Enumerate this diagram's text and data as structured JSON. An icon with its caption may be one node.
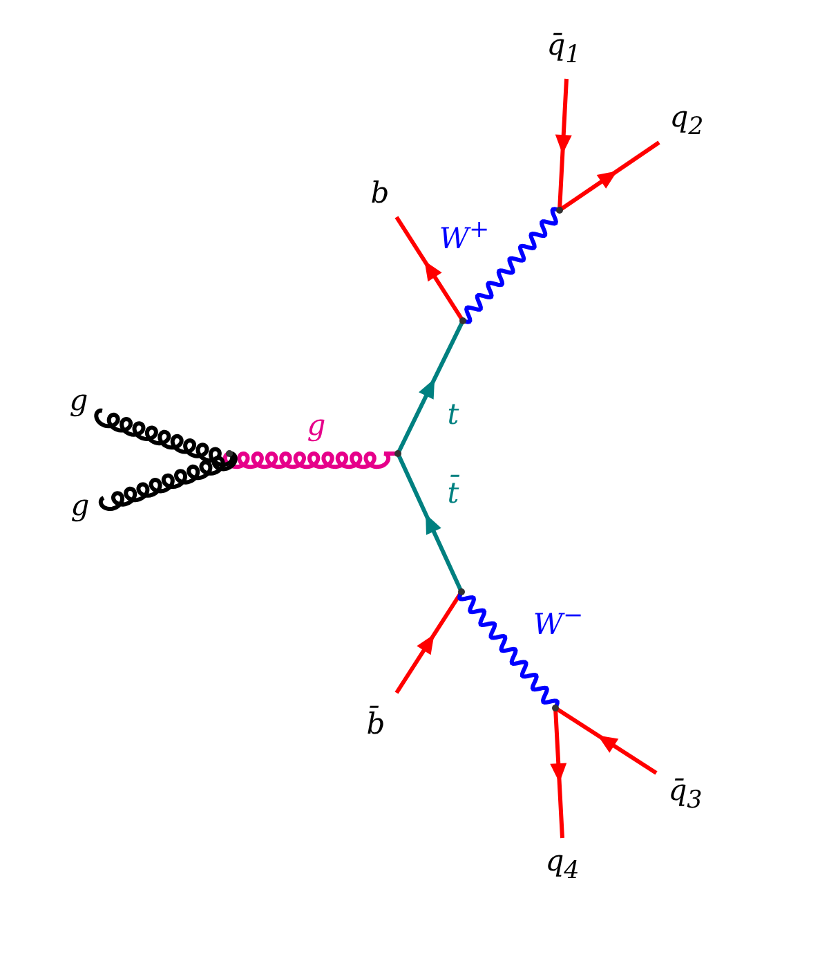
{
  "diagram": {
    "nodes": [
      {
        "text": [
          "q̄$_{1}$"
        ]
      },
      {
        "text": [
          "q$_{2}$"
        ]
      },
      {
        "text": [
          "b"
        ]
      },
      {
        "text": [],
        "shape": "point"
      },
      {
        "text": [],
        "shape": "point"
      },
      {
        "text": [
          "g"
        ]
      },
      {
        "text": [],
        "shape": "point"
      },
      {
        "text": [],
        "shape": "point"
      },
      {
        "text": [
          "g"
        ]
      },
      {
        "text": [],
        "shape": "point"
      },
      {
        "text": [
          "b̄"
        ]
      },
      {
        "text": [],
        "shape": "point"
      },
      {
        "text": [
          "q̄$_{3}$"
        ]
      },
      {
        "text": [
          "q$_{4}$"
        ]
      }
    ],
    "edges": [
      {
        "from": 0,
        "to": 3,
        "arrow": "to"
      },
      {
        "from": 3,
        "to": 1,
        "arrow": "to"
      },
      {
        "from": 4,
        "to": 2,
        "arrow": "to"
      },
      {
        "from": 4,
        "to": 3,
        "arrow": "none",
        "label": "W$^{+}$",
        "color": "#0000ff"
      },
      {
        "from": 7,
        "to": 4,
        "arrow": "to",
        "label": "t",
        "color": "#008080"
      },
      {
        "from": 9,
        "to": 7,
        "arrow": "to",
        "label": "t̄",
        "color": "#008080"
      },
      {
        "from": 6,
        "to": 7,
        "arrow": "none",
        "label": "g",
        "color": "#e6008a"
      },
      {
        "from": 5,
        "to": 6,
        "arrow": "none",
        "color": "#000000"
      },
      {
        "from": 8,
        "to": 6,
        "arrow": "none",
        "color": "#000000"
      },
      {
        "from": 10,
        "to": 9,
        "arrow": "to"
      },
      {
        "from": 9,
        "to": 11,
        "arrow": "none",
        "label": "W$^{−}$",
        "color": "#0000ff"
      },
      {
        "from": 12,
        "to": 11,
        "arrow": "to"
      },
      {
        "from": 11,
        "to": 13,
        "arrow": "to"
      }
    ]
  }
}
